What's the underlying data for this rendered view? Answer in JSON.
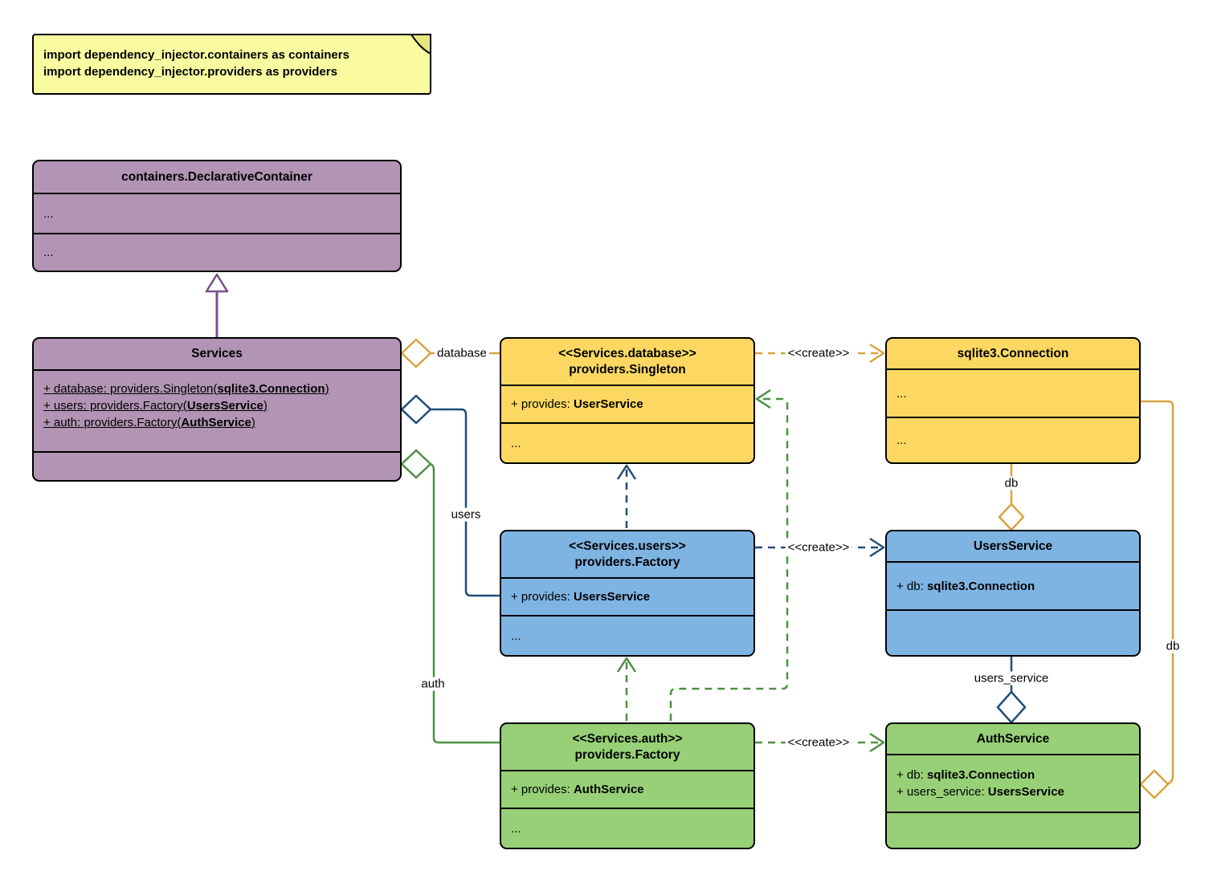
{
  "note": {
    "line1": "import dependency_injector.containers as containers",
    "line2": "import dependency_injector.providers as providers"
  },
  "classes": {
    "declarative": {
      "title": "containers.DeclarativeContainer",
      "sections": [
        "...",
        "..."
      ]
    },
    "services": {
      "title": "Services",
      "attributes": [
        {
          "prefix": "+ database: providers.Singleton(",
          "bold": "sqlite3.Connection",
          "suffix": ")"
        },
        {
          "prefix": "+ users: providers.Factory(",
          "bold": "UsersService",
          "suffix": ")"
        },
        {
          "prefix": "+ auth: providers.Factory(",
          "bold": "AuthService",
          "suffix": ")"
        }
      ]
    },
    "singleton": {
      "stereotype": "<<Services.database>>",
      "title": "providers.Singleton",
      "attr_prefix": "+ provides: ",
      "attr_bold": "UserService",
      "ellipsis": "..."
    },
    "connection": {
      "title": "sqlite3.Connection",
      "sections": [
        "...",
        "..."
      ]
    },
    "users_factory": {
      "stereotype": "<<Services.users>>",
      "title": "providers.Factory",
      "attr_prefix": "+ provides: ",
      "attr_bold": "UsersService",
      "ellipsis": "..."
    },
    "users_service": {
      "title": "UsersService",
      "attr_prefix": "+ db: ",
      "attr_bold": "sqlite3.Connection"
    },
    "auth_factory": {
      "stereotype": "<<Services.auth>>",
      "title": "providers.Factory",
      "attr_prefix": "+ provides: ",
      "attr_bold": "AuthService",
      "ellipsis": "..."
    },
    "auth_service": {
      "title": "AuthService",
      "attributes": [
        {
          "prefix": "+ db: ",
          "bold": "sqlite3.Connection"
        },
        {
          "prefix": "+ users_service: ",
          "bold": "UsersService"
        }
      ]
    }
  },
  "edge_labels": {
    "database": "database",
    "users": "users",
    "auth": "auth",
    "create": "<<create>>",
    "db": "db",
    "users_service": "users_service"
  },
  "colors": {
    "purple_fill": "#B294B5",
    "yellow_fill": "#FCD862",
    "blue_fill": "#7EB4E2",
    "green_fill": "#97D077",
    "note_fill": "#FAFAA0",
    "purple_line": "#7B4E87",
    "yellow_line": "#D8A33E",
    "blue_line": "#1F4E79",
    "green_line": "#4C9141"
  }
}
